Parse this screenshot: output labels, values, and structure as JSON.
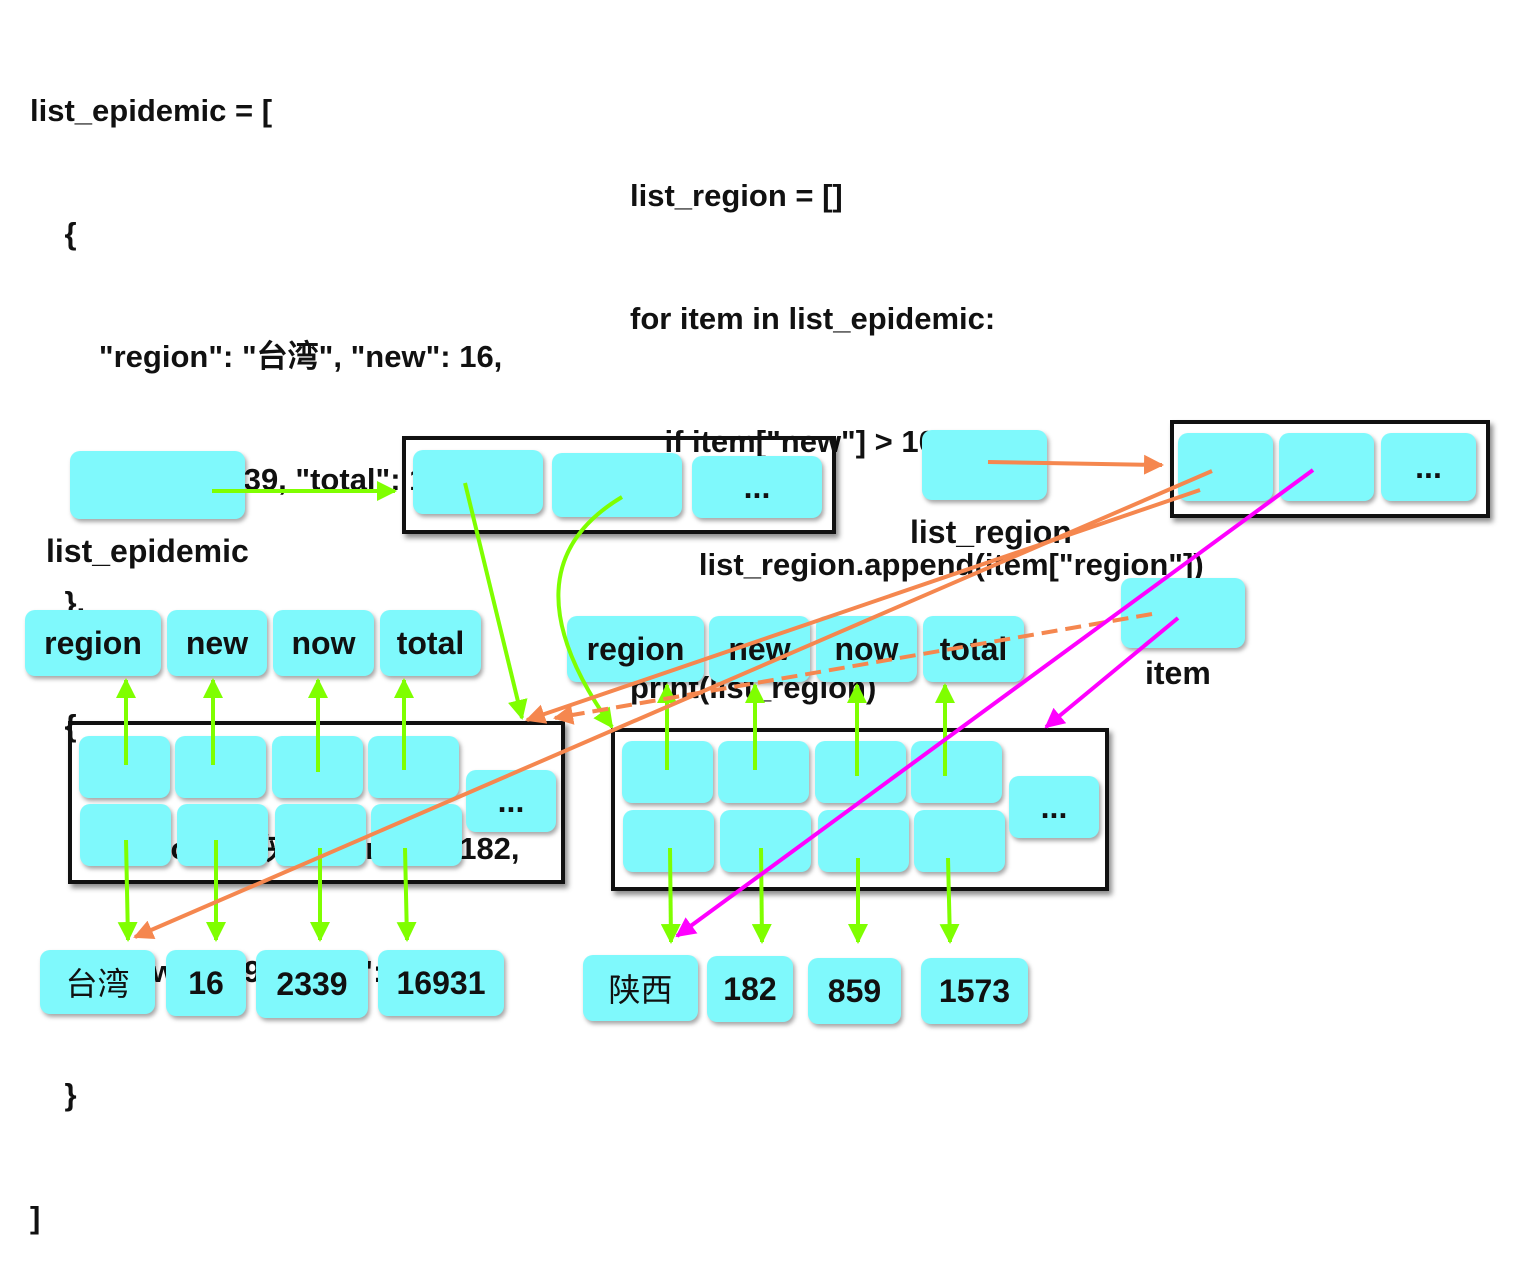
{
  "code_left": [
    "list_epidemic = [",
    "    {",
    "        \"region\": \"台湾\", \"new\": 16,",
    "        \"now\": 2339, \"total\": 16931,",
    "    },",
    "    {",
    "        \"region\": \"陕西\", \"new\": 182,",
    "        \"now\": 859, \"total\": 1573,",
    "    }",
    "]"
  ],
  "code_right": [
    "list_region = []",
    "for item in list_epidemic:",
    "    if item[\"new\"] > 10:",
    "        list_region.append(item[\"region\"])",
    "print(list_region)"
  ],
  "labels": {
    "list_epidemic": "list_epidemic",
    "list_region": "list_region",
    "item": "item",
    "ellipsis": "..."
  },
  "keys": [
    "region",
    "new",
    "now",
    "total"
  ],
  "dict1_values": [
    "台湾",
    "16",
    "2339",
    "16931"
  ],
  "dict2_values": [
    "陕西",
    "182",
    "859",
    "1573"
  ],
  "colors": {
    "cell": "#7ff9fc",
    "green_arrow": "#7fff00",
    "orange_arrow": "#f5874f",
    "magenta_arrow": "#ff00ff"
  }
}
